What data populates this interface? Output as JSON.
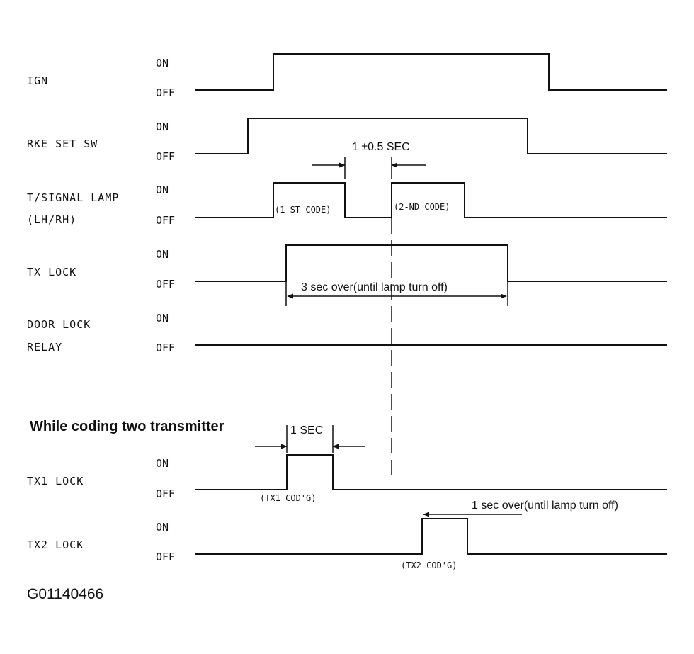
{
  "signals": [
    {
      "id": "ign",
      "lines": [
        "IGN"
      ],
      "on": "ON",
      "off": "OFF"
    },
    {
      "id": "rke",
      "lines": [
        "RKE SET SW"
      ],
      "on": "ON",
      "off": "OFF"
    },
    {
      "id": "tsignal",
      "lines": [
        "T/SIGNAL LAMP",
        "(LH/RH)"
      ],
      "on": "ON",
      "off": "OFF"
    },
    {
      "id": "txlock",
      "lines": [
        "TX LOCK"
      ],
      "on": "ON",
      "off": "OFF"
    },
    {
      "id": "doorlock",
      "lines": [
        "DOOR LOCK",
        "RELAY"
      ],
      "on": "ON",
      "off": "OFF"
    },
    {
      "id": "tx1",
      "lines": [
        "TX1 LOCK"
      ],
      "on": "ON",
      "off": "OFF"
    },
    {
      "id": "tx2",
      "lines": [
        "TX2 LOCK"
      ],
      "on": "ON",
      "off": "OFF"
    }
  ],
  "annotations": {
    "interval": "1 ±0.5 SEC",
    "first_code": "(1-ST CODE)",
    "second_code": "(2-ND CODE)",
    "tx_lock_duration": "3 sec over(until lamp turn off)",
    "tx1_duration": "1 SEC",
    "tx1_code": "(TX1 COD'G)",
    "tx2_duration": "1  sec over(until lamp turn off)",
    "tx2_code": "(TX2 COD'G)"
  },
  "section_heading": "While coding two transmitter",
  "figure_id": "G01140466"
}
